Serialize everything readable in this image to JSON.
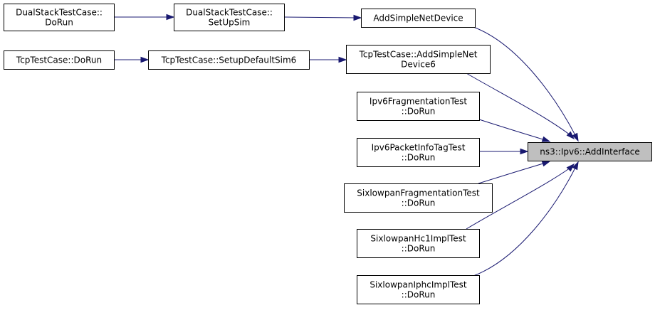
{
  "graph": {
    "root": {
      "lines": [
        "ns3::Ipv6::AddInterface"
      ]
    },
    "nodes": {
      "dual_dorun": {
        "lines": [
          "DualStackTestCase::",
          "DoRun"
        ]
      },
      "dual_setup": {
        "lines": [
          "DualStackTestCase::",
          "SetUpSim"
        ]
      },
      "add_simple": {
        "lines": [
          "AddSimpleNetDevice"
        ]
      },
      "tcp_dorun": {
        "lines": [
          "TcpTestCase::DoRun"
        ]
      },
      "tcp_setup": {
        "lines": [
          "TcpTestCase::SetupDefaultSim6"
        ]
      },
      "tcp_add6": {
        "lines": [
          "TcpTestCase::AddSimpleNet",
          "Device6"
        ]
      },
      "ipv6_frag": {
        "lines": [
          "Ipv6FragmentationTest",
          "::DoRun"
        ]
      },
      "ipv6_pkt": {
        "lines": [
          "Ipv6PacketInfoTagTest",
          "::DoRun"
        ]
      },
      "sixlowpan_frag": {
        "lines": [
          "SixlowpanFragmentationTest",
          "::DoRun"
        ]
      },
      "sixlowpan_hc1": {
        "lines": [
          "SixlowpanHc1ImplTest",
          "::DoRun"
        ]
      },
      "sixlowpan_iphc": {
        "lines": [
          "SixlowpanIphcImplTest",
          "::DoRun"
        ]
      }
    },
    "edges": [
      {
        "from": "dual_dorun",
        "to": "dual_setup"
      },
      {
        "from": "dual_setup",
        "to": "add_simple"
      },
      {
        "from": "tcp_dorun",
        "to": "tcp_setup"
      },
      {
        "from": "tcp_setup",
        "to": "tcp_add6"
      },
      {
        "from": "add_simple",
        "to": "root"
      },
      {
        "from": "tcp_add6",
        "to": "root"
      },
      {
        "from": "ipv6_frag",
        "to": "root"
      },
      {
        "from": "ipv6_pkt",
        "to": "root"
      },
      {
        "from": "sixlowpan_frag",
        "to": "root"
      },
      {
        "from": "sixlowpan_hc1",
        "to": "root"
      },
      {
        "from": "sixlowpan_iphc",
        "to": "root"
      }
    ],
    "colors": {
      "edge": "#191970",
      "root_fill": "#bfbfbf",
      "node_fill": "#ffffff",
      "border": "#000000"
    }
  }
}
